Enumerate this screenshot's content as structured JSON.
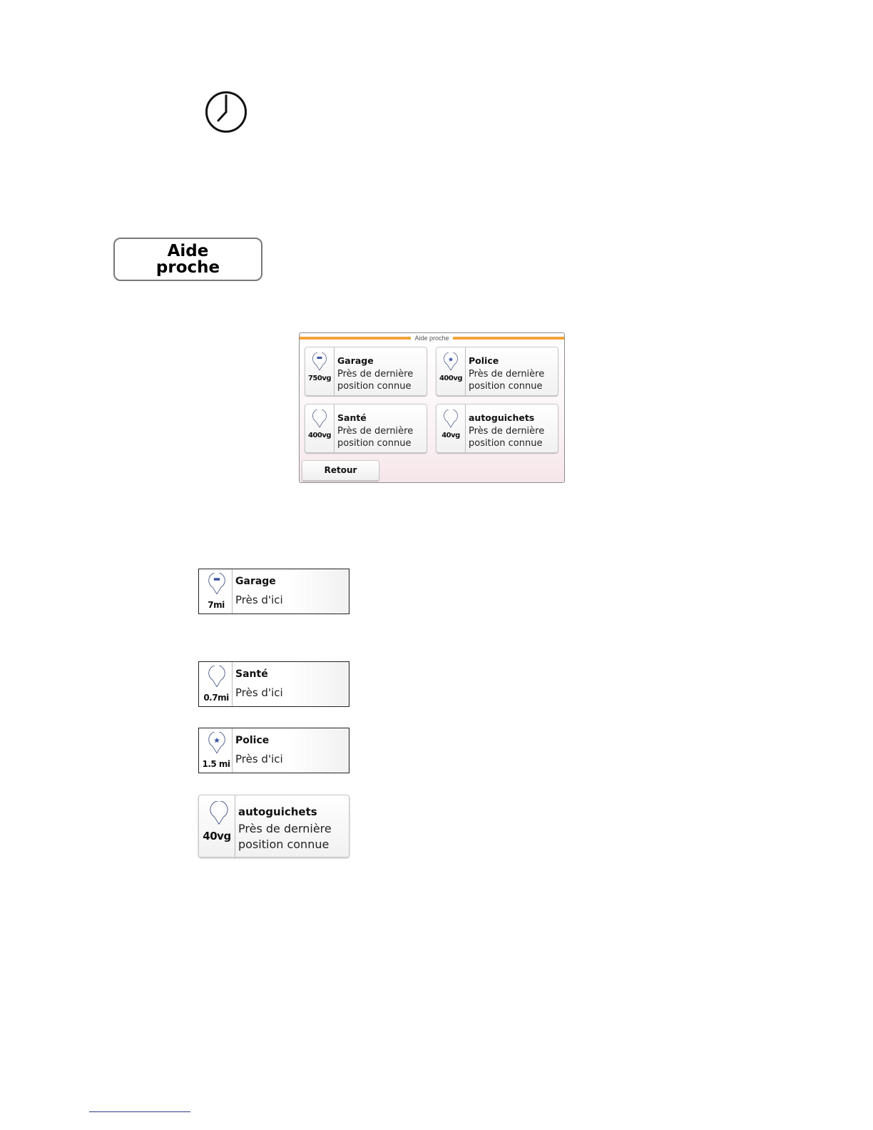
{
  "aide_button": {
    "line1": "Aide",
    "line2": "proche"
  },
  "dialog": {
    "title": "Aide proche",
    "tiles": [
      {
        "title": "Garage",
        "distance": "750vg",
        "subtitle": "Près de dernière position connue",
        "icon": "garage-pin-icon"
      },
      {
        "title": "Police",
        "distance": "400vg",
        "subtitle": "Près de dernière position connue",
        "icon": "police-pin-icon"
      },
      {
        "title": "Santé",
        "distance": "400vg",
        "subtitle": "Près de dernière position connue",
        "icon": "health-pin-icon"
      },
      {
        "title": "autoguichets",
        "distance": "40vg",
        "subtitle": "Près de dernière position connue",
        "icon": "atm-pin-icon"
      }
    ],
    "back_label": "Retour"
  },
  "cards": [
    {
      "title": "Garage",
      "distance": "7mi",
      "subtitle": "Près d'ici",
      "icon": "garage-pin-icon"
    },
    {
      "title": "Santé",
      "distance": "0.7mi",
      "subtitle": "Près d'ici",
      "icon": "health-pin-icon"
    },
    {
      "title": "Police",
      "distance": "1.5 mi",
      "subtitle": "Près d'ici",
      "icon": "police-pin-icon"
    },
    {
      "title": "autoguichets",
      "distance": "40vg",
      "subtitle": "Près de dernière position connue",
      "icon": "atm-pin-icon"
    }
  ],
  "colors": {
    "pin_blue": "#3a55a8",
    "accent_orange": "#f2a43a"
  }
}
